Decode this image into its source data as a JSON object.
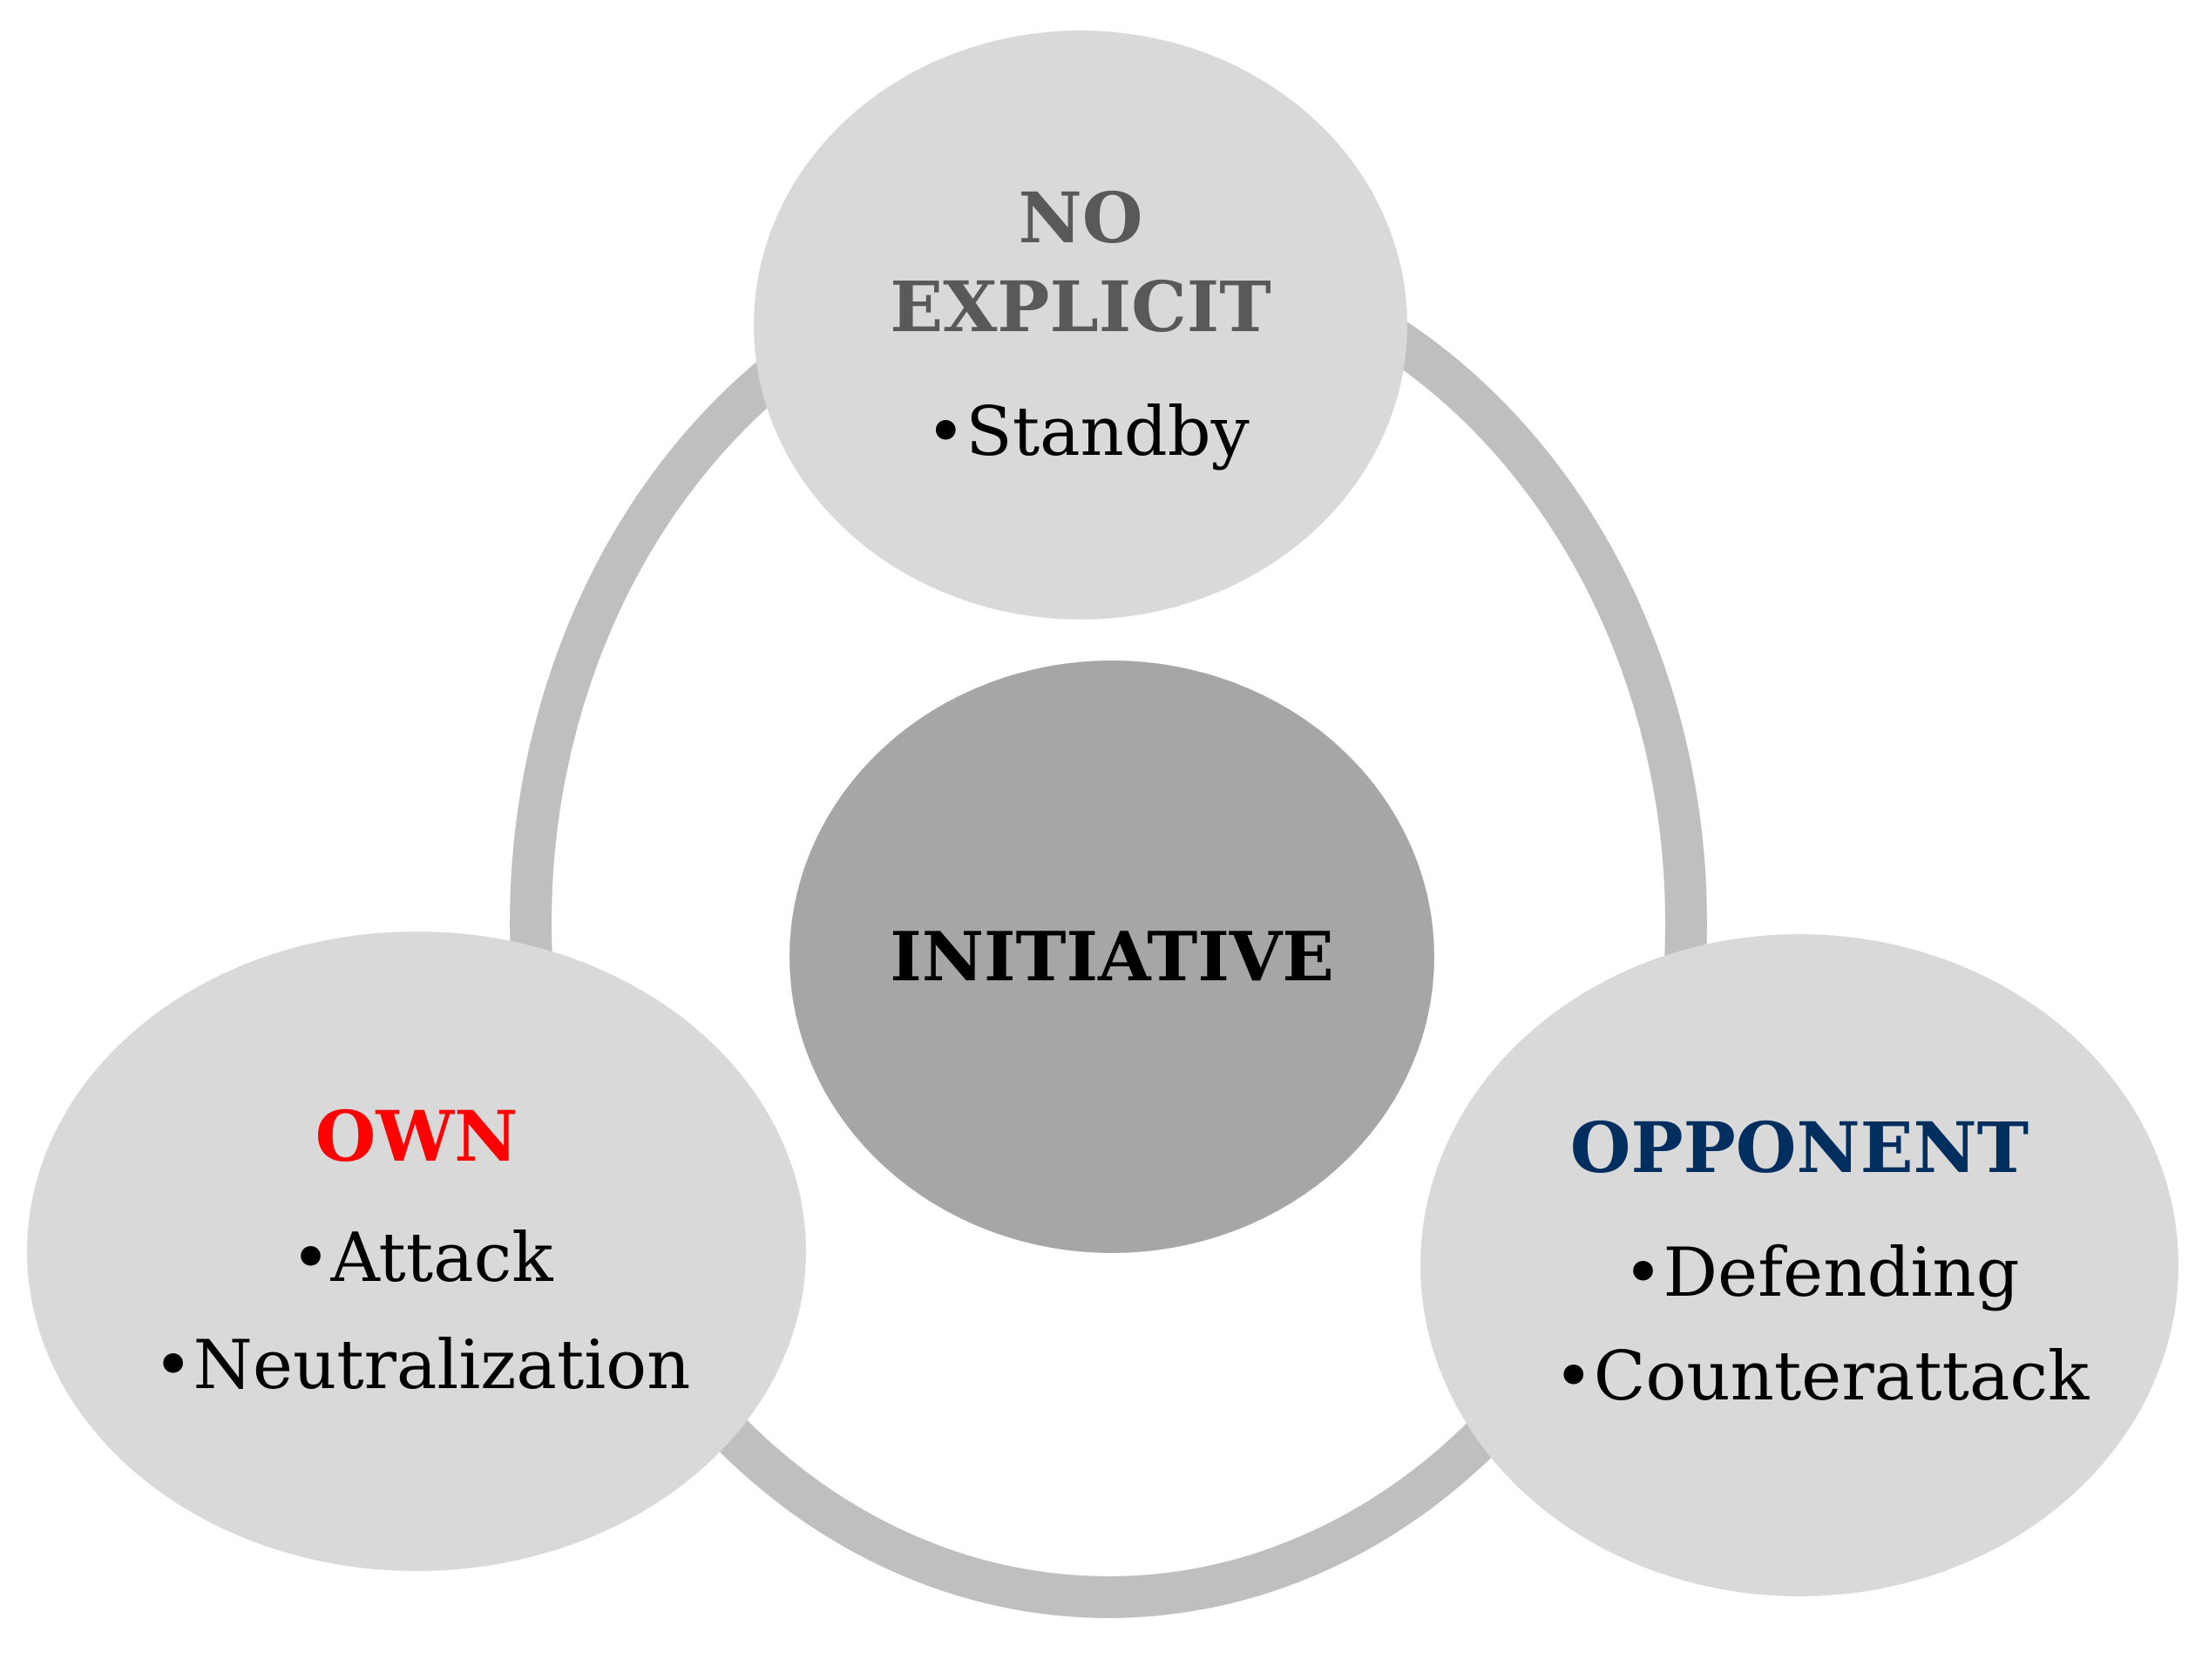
{
  "diagram": {
    "center": {
      "label": "INITIATIVE",
      "color": "#000000",
      "fill": "#a6a6a6"
    },
    "nodes": [
      {
        "id": "no-explicit",
        "title_lines": [
          "NO",
          "EXPLICIT"
        ],
        "title_color": "#595959",
        "items": [
          "•Standby"
        ]
      },
      {
        "id": "own",
        "title_lines": [
          "OWN"
        ],
        "title_color": "#ff0000",
        "items": [
          "•Attack",
          "•Neutralization"
        ]
      },
      {
        "id": "opponent",
        "title_lines": [
          "OPPONENT"
        ],
        "title_color": "#002f5f",
        "items": [
          "•Defending",
          "•Counterattack"
        ]
      }
    ],
    "node_fill": "#d9d9d9",
    "ring_color": "#bfbfbf"
  }
}
